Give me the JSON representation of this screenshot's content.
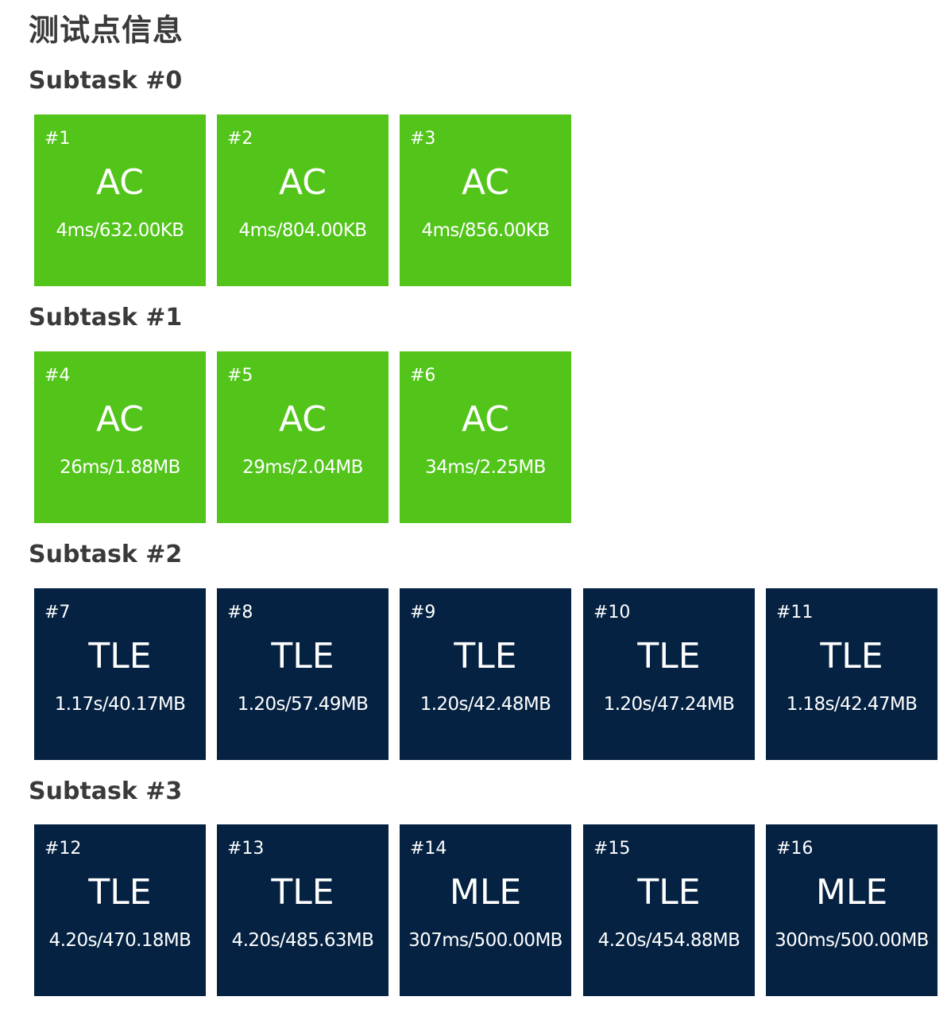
{
  "page": {
    "title": "测试点信息"
  },
  "colors": {
    "ac": "#52c41a",
    "tle": "#052242",
    "mle": "#052242",
    "text": "#3a3a3a"
  },
  "subtasks": [
    {
      "heading": "Subtask #0",
      "cases": [
        {
          "id": "#1",
          "status": "AC",
          "stats": "4ms/632.00KB"
        },
        {
          "id": "#2",
          "status": "AC",
          "stats": "4ms/804.00KB"
        },
        {
          "id": "#3",
          "status": "AC",
          "stats": "4ms/856.00KB"
        }
      ]
    },
    {
      "heading": "Subtask #1",
      "cases": [
        {
          "id": "#4",
          "status": "AC",
          "stats": "26ms/1.88MB"
        },
        {
          "id": "#5",
          "status": "AC",
          "stats": "29ms/2.04MB"
        },
        {
          "id": "#6",
          "status": "AC",
          "stats": "34ms/2.25MB"
        }
      ]
    },
    {
      "heading": "Subtask #2",
      "cases": [
        {
          "id": "#7",
          "status": "TLE",
          "stats": "1.17s/40.17MB"
        },
        {
          "id": "#8",
          "status": "TLE",
          "stats": "1.20s/57.49MB"
        },
        {
          "id": "#9",
          "status": "TLE",
          "stats": "1.20s/42.48MB"
        },
        {
          "id": "#10",
          "status": "TLE",
          "stats": "1.20s/47.24MB"
        },
        {
          "id": "#11",
          "status": "TLE",
          "stats": "1.18s/42.47MB"
        }
      ]
    },
    {
      "heading": "Subtask #3",
      "cases": [
        {
          "id": "#12",
          "status": "TLE",
          "stats": "4.20s/470.18MB"
        },
        {
          "id": "#13",
          "status": "TLE",
          "stats": "4.20s/485.63MB"
        },
        {
          "id": "#14",
          "status": "MLE",
          "stats": "307ms/500.00MB"
        },
        {
          "id": "#15",
          "status": "TLE",
          "stats": "4.20s/454.88MB"
        },
        {
          "id": "#16",
          "status": "MLE",
          "stats": "300ms/500.00MB"
        }
      ]
    }
  ]
}
